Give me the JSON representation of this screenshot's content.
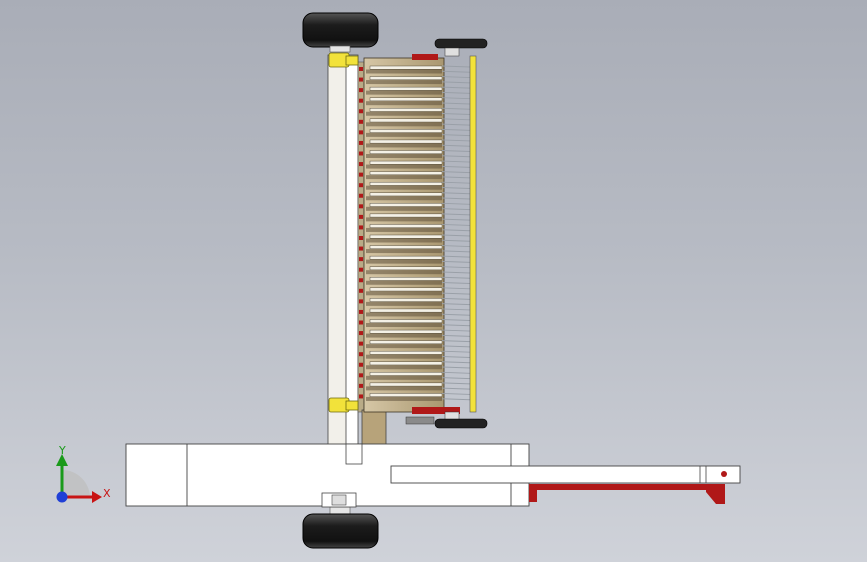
{
  "viewport": {
    "background_top": "#a9adb7",
    "background_bottom": "#cfd2d9"
  },
  "triad": {
    "x_label": "X",
    "y_label": "Y",
    "x_color": "#c81414",
    "y_color": "#1a9a1a",
    "z_color": "#1f3fd6"
  },
  "model": {
    "rake_finger_count": 32,
    "frame_color": "#ffffff",
    "rake_body_color": "#8f7d58",
    "accent_yellow": "#f2e23a",
    "accent_red": "#b01818",
    "tyre_color": "#1c1c1c"
  }
}
